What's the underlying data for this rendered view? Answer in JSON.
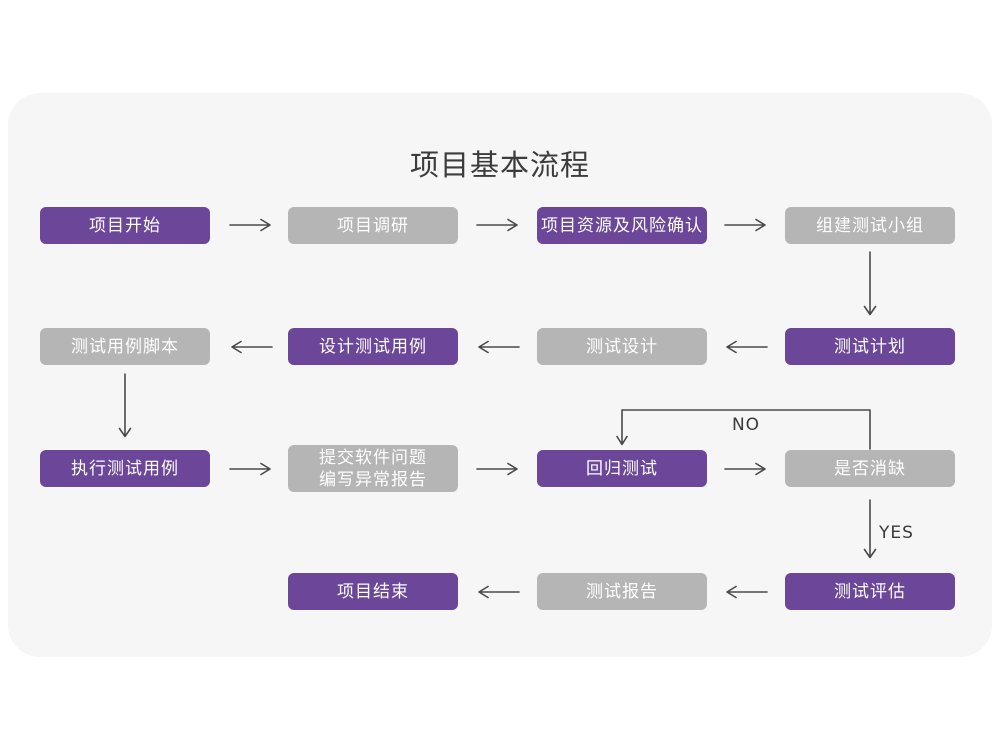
{
  "title": "项目基本流程",
  "decision_labels": {
    "no": "NO",
    "yes": "YES"
  },
  "colors": {
    "page_background": "#ffffff",
    "card_background": "#f6f6f6",
    "node_purple": "#6b4699",
    "node_gray": "#b5b5b5",
    "node_text": "#ffffff",
    "arrow": "#4a4a4a",
    "title_text": "#3c3c3c"
  },
  "nodes": [
    {
      "id": "project-start",
      "label": "项目开始",
      "variant": "purple",
      "row": 1,
      "col": 1
    },
    {
      "id": "project-research",
      "label": "项目调研",
      "variant": "gray",
      "row": 1,
      "col": 2
    },
    {
      "id": "resource-risk-confirm",
      "label": "项目资源及风险确认",
      "variant": "purple",
      "row": 1,
      "col": 3
    },
    {
      "id": "build-test-team",
      "label": "组建测试小组",
      "variant": "gray",
      "row": 1,
      "col": 4
    },
    {
      "id": "test-case-script",
      "label": "测试用例脚本",
      "variant": "gray",
      "row": 2,
      "col": 1
    },
    {
      "id": "design-test-case",
      "label": "设计测试用例",
      "variant": "purple",
      "row": 2,
      "col": 2
    },
    {
      "id": "test-design",
      "label": "测试设计",
      "variant": "gray",
      "row": 2,
      "col": 3
    },
    {
      "id": "test-plan",
      "label": "测试计划",
      "variant": "purple",
      "row": 2,
      "col": 4
    },
    {
      "id": "execute-test-case",
      "label": "执行测试用例",
      "variant": "purple",
      "row": 3,
      "col": 1
    },
    {
      "id": "submit-issue-report",
      "label": "提交软件问题\n编写异常报告",
      "variant": "gray",
      "row": 3,
      "col": 2
    },
    {
      "id": "regression-test",
      "label": "回归测试",
      "variant": "purple",
      "row": 3,
      "col": 3
    },
    {
      "id": "defect-cleared",
      "label": "是否消缺",
      "variant": "gray",
      "row": 3,
      "col": 4
    },
    {
      "id": "project-end",
      "label": "项目结束",
      "variant": "purple",
      "row": 4,
      "col": 2
    },
    {
      "id": "test-report",
      "label": "测试报告",
      "variant": "gray",
      "row": 4,
      "col": 3
    },
    {
      "id": "test-evaluation",
      "label": "测试评估",
      "variant": "purple",
      "row": 4,
      "col": 4
    }
  ],
  "edges": [
    {
      "from": "project-start",
      "to": "project-research"
    },
    {
      "from": "project-research",
      "to": "resource-risk-confirm"
    },
    {
      "from": "resource-risk-confirm",
      "to": "build-test-team"
    },
    {
      "from": "build-test-team",
      "to": "test-plan"
    },
    {
      "from": "test-plan",
      "to": "test-design"
    },
    {
      "from": "test-design",
      "to": "design-test-case"
    },
    {
      "from": "design-test-case",
      "to": "test-case-script"
    },
    {
      "from": "test-case-script",
      "to": "execute-test-case"
    },
    {
      "from": "execute-test-case",
      "to": "submit-issue-report"
    },
    {
      "from": "submit-issue-report",
      "to": "regression-test"
    },
    {
      "from": "regression-test",
      "to": "defect-cleared"
    },
    {
      "from": "defect-cleared",
      "to": "regression-test",
      "label": "NO"
    },
    {
      "from": "defect-cleared",
      "to": "test-evaluation",
      "label": "YES"
    },
    {
      "from": "test-evaluation",
      "to": "test-report"
    },
    {
      "from": "test-report",
      "to": "project-end"
    }
  ]
}
